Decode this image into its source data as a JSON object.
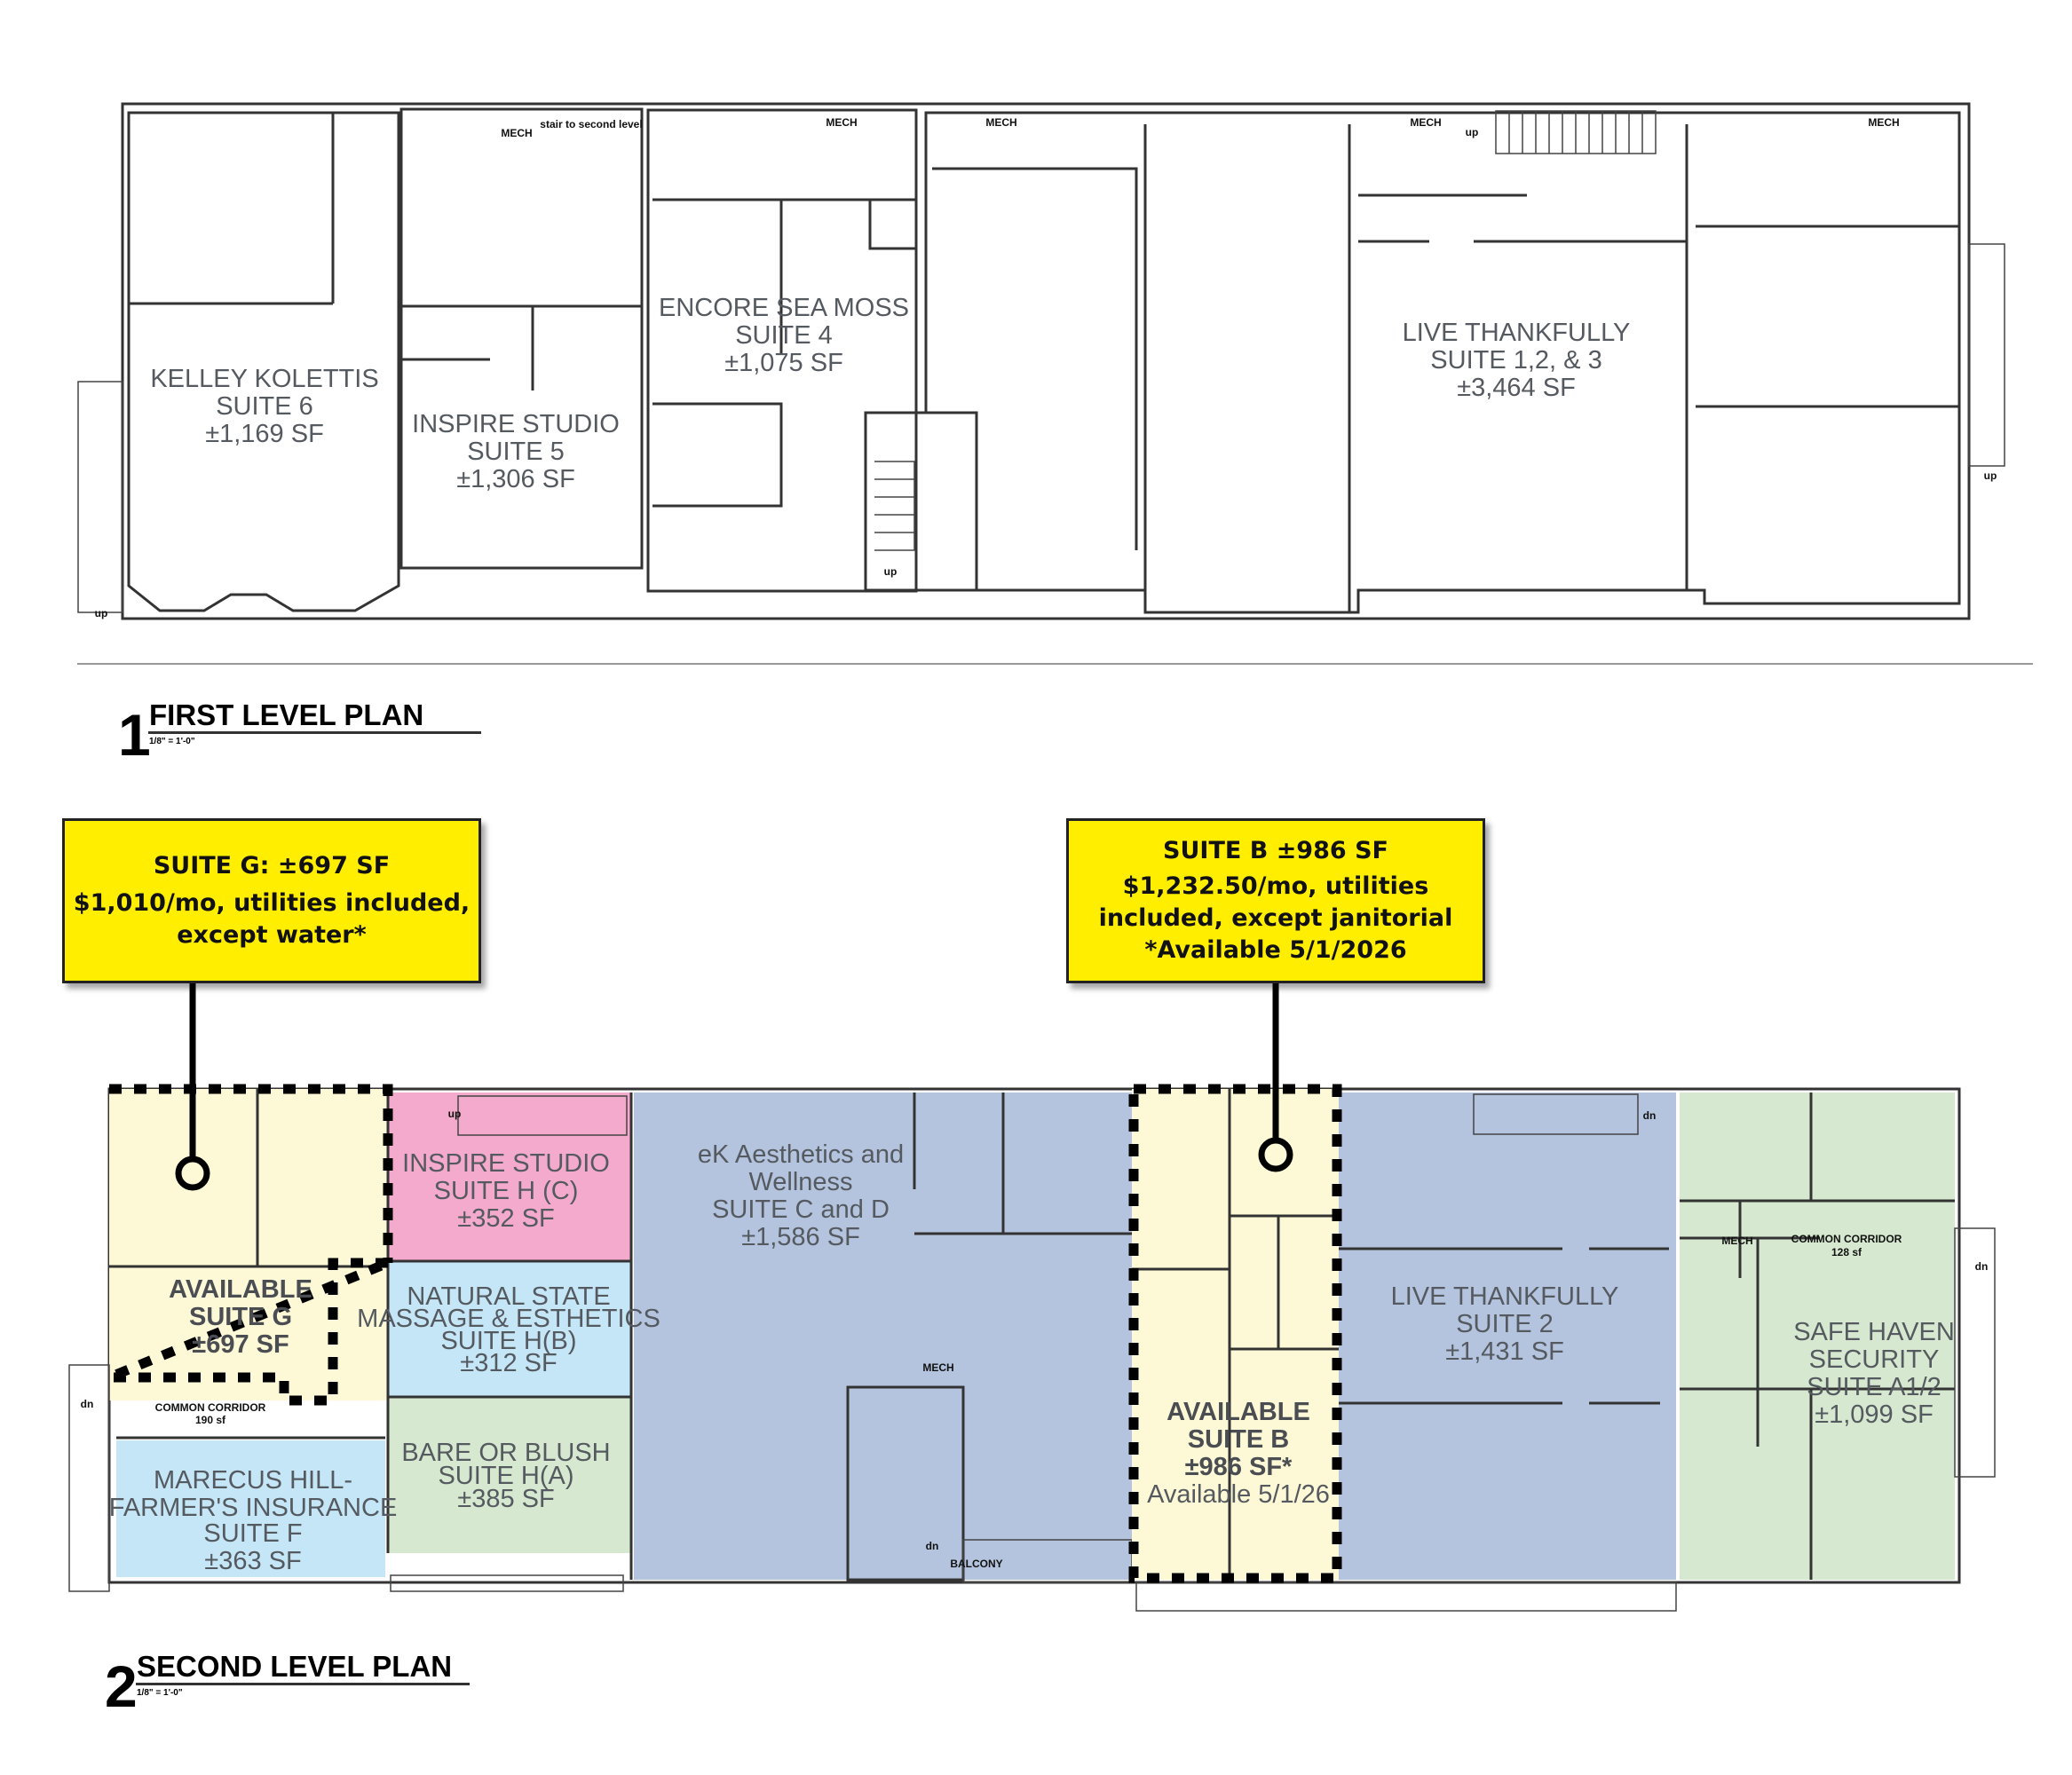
{
  "first_level": {
    "number": "1",
    "title": "FIRST LEVEL PLAN",
    "scale": "1/8\" = 1'-0\"",
    "suites": [
      {
        "name": "KELLEY KOLETTIS",
        "suite": "SUITE 6",
        "area": "±1,169 SF"
      },
      {
        "name": "INSPIRE STUDIO",
        "suite": "SUITE 5",
        "area": "±1,306 SF"
      },
      {
        "name": "ENCORE SEA MOSS",
        "suite": "SUITE 4",
        "area": "±1,075 SF"
      },
      {
        "name": "LIVE THANKFULLY",
        "suite": "SUITE 1,2, & 3",
        "area": "±3,464 SF"
      }
    ],
    "tags": {
      "mech": "MECH",
      "stair": "stair to second level",
      "up": "up"
    }
  },
  "second_level": {
    "number": "2",
    "title": "SECOND LEVEL PLAN",
    "scale": "1/8\" = 1'-0\"",
    "suites": [
      {
        "name": "AVAILABLE",
        "suite": "SUITE G",
        "area": "±697 SF"
      },
      {
        "name": "INSPIRE STUDIO",
        "suite": "SUITE H (C)",
        "area": "±352 SF"
      },
      {
        "name": "NATURAL STATE",
        "name2": "MASSAGE & ESTHETICS",
        "suite": "SUITE H(B)",
        "area": "±312 SF"
      },
      {
        "name": "BARE OR BLUSH",
        "suite": "SUITE H(A)",
        "area": "±385 SF"
      },
      {
        "name": "MARECUS HILL-",
        "name2": "FARMER'S INSURANCE",
        "suite": "SUITE F",
        "area": "±363 SF"
      },
      {
        "name": "eK Aesthetics and",
        "name2": "Wellness",
        "suite": "SUITE C and D",
        "area": "±1,586 SF"
      },
      {
        "name": "AVAILABLE",
        "suite": "SUITE B",
        "area": "±986 SF*",
        "note": "Available 5/1/26"
      },
      {
        "name": "LIVE THANKFULLY",
        "suite": "SUITE 2",
        "area": "±1,431 SF"
      },
      {
        "name": "SAFE HAVEN",
        "name2": "SECURITY",
        "suite": "SUITE A1/2",
        "area": "±1,099 SF"
      }
    ],
    "corridor_left": {
      "label": "COMMON CORRIDOR",
      "area": "190 sf"
    },
    "corridor_right": {
      "label": "COMMON CORRIDOR",
      "area": "128 sf"
    },
    "tags": {
      "mech": "MECH",
      "balcony": "BALCONY",
      "up": "up",
      "dn": "dn"
    }
  },
  "callouts": {
    "suite_g": {
      "line1": "SUITE G: ±697 SF",
      "line2": "$1,010/mo, utilities included,",
      "line3": "except water*"
    },
    "suite_b": {
      "line1": "SUITE B ±986 SF",
      "line2": "$1,232.50/mo, utilities",
      "line3": "included, except janitorial",
      "line4": "*Available 5/1/2026"
    }
  },
  "colors": {
    "blue": "#c5e6f6",
    "pink": "#f4aacd",
    "green": "#c9e6c9",
    "slate": "#a9bfd1",
    "periwinkle": "#b4c4de",
    "yellow": "#fdf9d6",
    "sage": "#d6e8cf",
    "callout": "#ffee00"
  }
}
